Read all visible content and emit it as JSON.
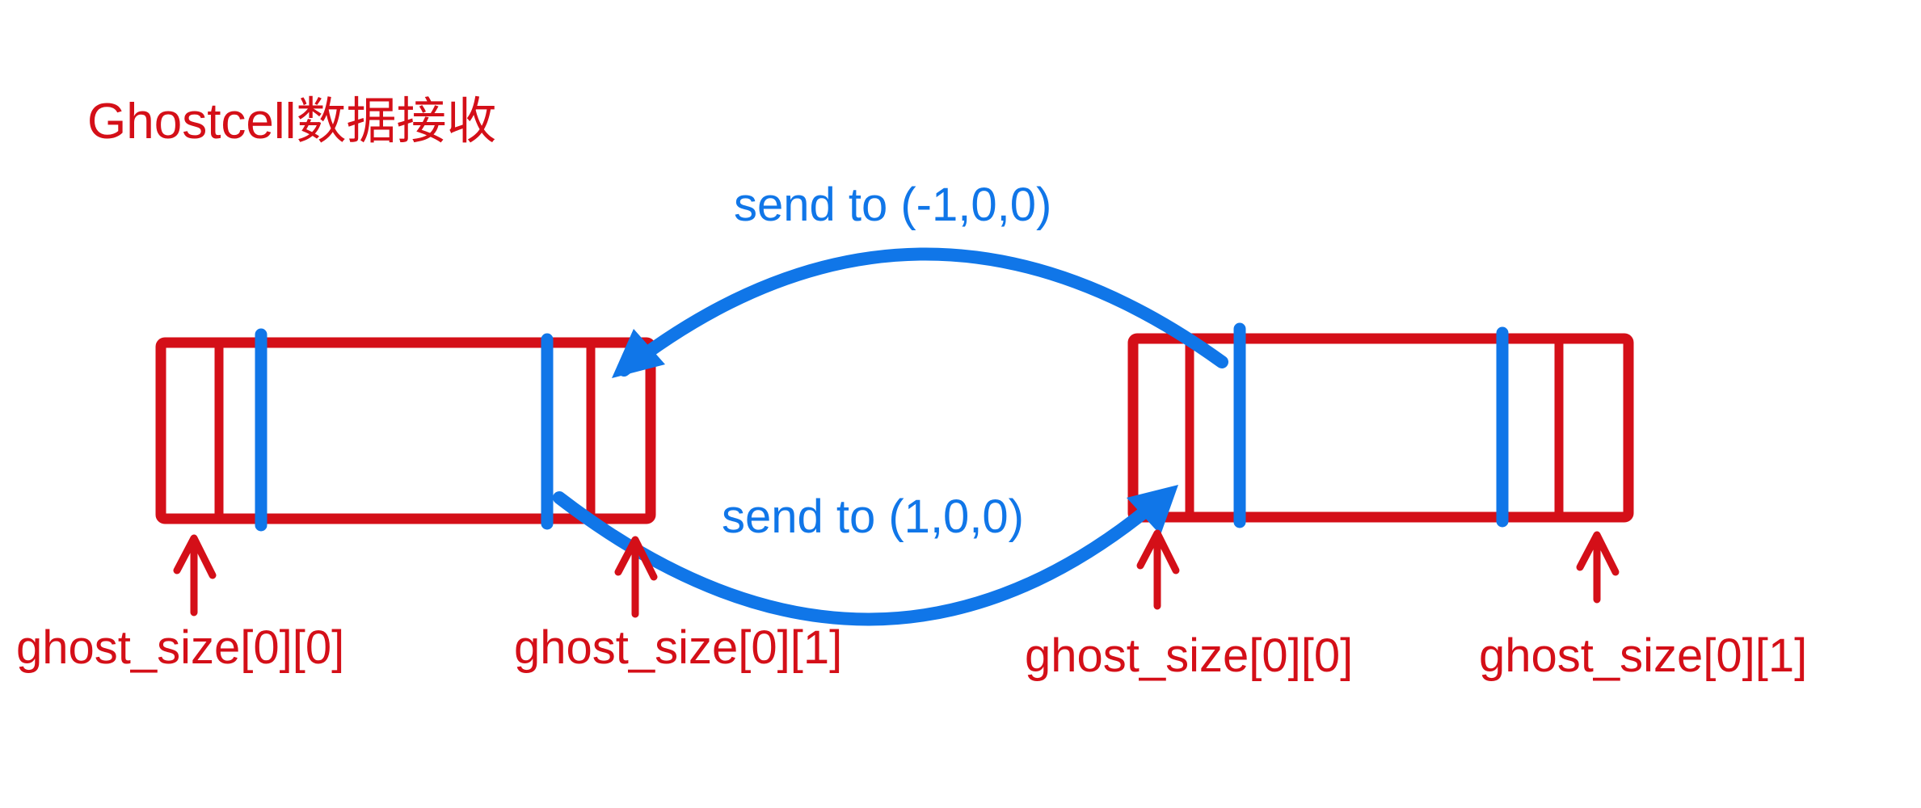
{
  "title": "Ghostcell数据接收",
  "colors": {
    "red": "#d40f18",
    "blue": "#1076e8",
    "background": "#ffffff"
  },
  "labels": {
    "send_to_minus": "send to (-1,0,0)",
    "send_to_plus": "send to (1,0,0)",
    "left_ghost_start": "ghost_size[0][0]",
    "left_ghost_end": "ghost_size[0][1]",
    "right_ghost_start": "ghost_size[0][0]",
    "right_ghost_end": "ghost_size[0][1]"
  }
}
